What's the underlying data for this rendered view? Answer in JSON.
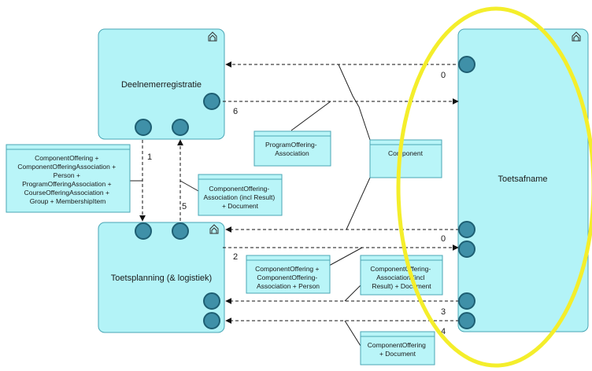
{
  "components": {
    "deelnemerregistratie": "Deelnemerregistratie",
    "toetsplanning": "Toetsplanning (& logistiek)",
    "toetsafname": "Toetsafname"
  },
  "notes": {
    "program_offering": [
      "ProgramOffering-",
      "Association"
    ],
    "component": [
      "Component"
    ],
    "left_list": [
      "ComponentOffering +",
      "ComponentOfferingAssociation +",
      "Person +",
      "ProgramOfferingAssociation +",
      "CourseOfferingAssociation +",
      "Group + MembershipItem"
    ],
    "offering_result": [
      "ComponentOffering-",
      "Association (incl Result)",
      "+ Document"
    ],
    "offering_person": [
      "ComponentOffering +",
      "ComponentOffering-",
      "Association + Person"
    ],
    "offering_result_right": [
      "ComponentOffering-",
      "Association (incl",
      "Result) + Document"
    ],
    "offering_document": [
      "ComponentOffering",
      "+ Document"
    ]
  },
  "flow_numbers": [
    "0",
    "6",
    "1",
    "5",
    "0",
    "2",
    "3",
    "4"
  ],
  "colors": {
    "component_fill": "#b3f3f7",
    "component_stroke": "#4aa6b5",
    "note_fill": "#b9f5f8",
    "interface_fill": "#3f90a8",
    "highlight": "#f4ee2b"
  },
  "icons": [
    "component-icon"
  ]
}
